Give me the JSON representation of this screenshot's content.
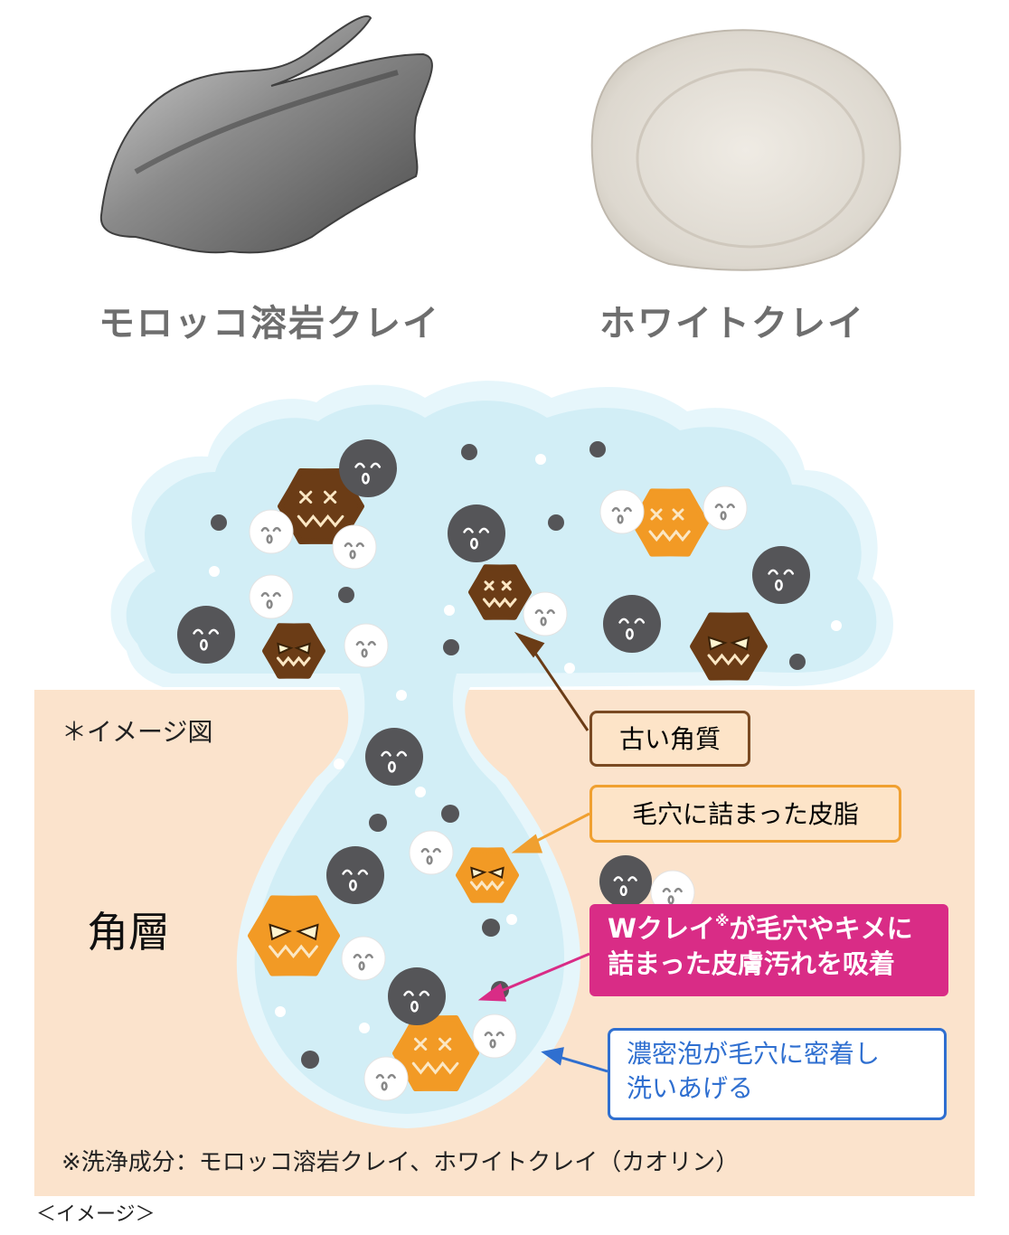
{
  "clays": {
    "left_label": "モロッコ溶岩クレイ",
    "right_label": "ホワイトクレイ"
  },
  "diagram": {
    "image_note": "＊イメージ図",
    "layer_label": "角層",
    "callouts": {
      "old_keratin": "古い角質",
      "pore_sebum": "毛穴に詰まった皮脂",
      "w_clay_pre": "Wクレイ",
      "w_clay_mark": "※",
      "w_clay_rest": "が毛穴やキメに",
      "w_clay_line2": "詰まった皮膚汚れを吸着",
      "foam_line1": "濃密泡が毛穴に密着し",
      "foam_line2": "洗いあげる"
    },
    "footnote": "※洗浄成分：モロッコ溶岩クレイ、ホワイトクレイ（カオリン）"
  },
  "caption": "＜イメージ＞",
  "colors": {
    "skin": "#fbe3cc",
    "foam_fill": "#d2eef6",
    "foam_outline": "#e6f6fb",
    "dark_clay": "#555558",
    "white_clay": "#ffffff",
    "dirt_brown": "#6b3c16",
    "sebum_orange": "#f29a25",
    "callout_pink": "#d92c86",
    "callout_blue": "#2f6fd0",
    "callout_orange": "#f0a030",
    "callout_brown": "#7a4a22"
  }
}
